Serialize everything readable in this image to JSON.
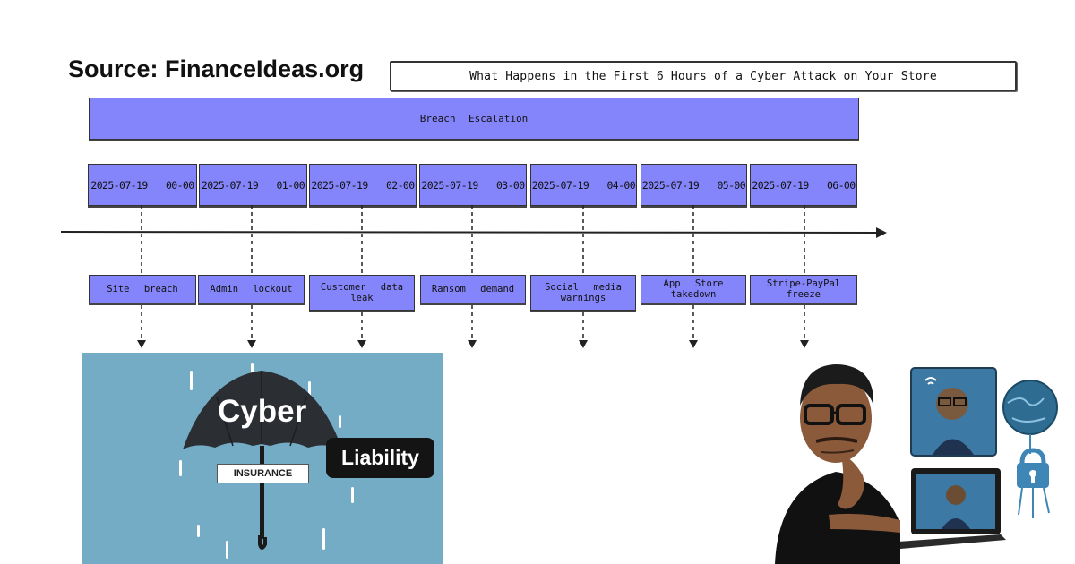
{
  "header": {
    "source": "Source: FinanceIdeas.org",
    "title": "What Happens in the First 6 Hours of a Cyber Attack on Your Store"
  },
  "timeline": {
    "band": "Breach Escalation",
    "milestones": [
      {
        "time": "2025-07-19 00-00",
        "event": "Site breach"
      },
      {
        "time": "2025-07-19 01-00",
        "event": "Admin lockout"
      },
      {
        "time": "2025-07-19 02-00",
        "event": "Customer data leak"
      },
      {
        "time": "2025-07-19 03-00",
        "event": "Ransom demand"
      },
      {
        "time": "2025-07-19 04-00",
        "event": "Social media warnings"
      },
      {
        "time": "2025-07-19 05-00",
        "event": "App Store takedown"
      },
      {
        "time": "2025-07-19 06-00",
        "event": "Stripe-PayPal freeze"
      }
    ]
  },
  "image": {
    "cyber": "Cyber",
    "insurance": "INSURANCE",
    "liability": "Liability"
  },
  "colors": {
    "box_fill": "#8585fb",
    "insurance_bg": "#74acc5",
    "umbrella": "#2b2e33"
  },
  "icons": [
    "umbrella-icon",
    "man-thinking-illustration",
    "laptop-icon",
    "globe-icon",
    "padlock-icon",
    "wifi-icon"
  ]
}
